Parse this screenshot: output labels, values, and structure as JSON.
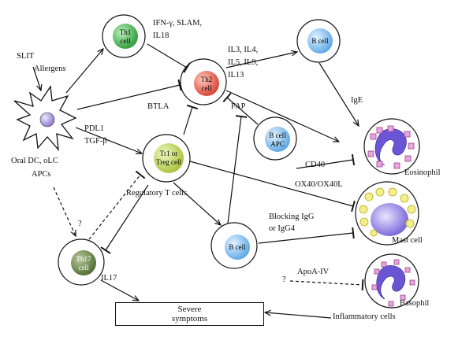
{
  "cells": {
    "th1": "Th1 cell",
    "th2": "Th2 cell",
    "treg": "Tr1 or Treg cell",
    "th17": "Th17 cell",
    "bcell_top": "B cell",
    "bcell_apc": "B cell APC",
    "bcell_mid": "B cell"
  },
  "labels": {
    "slit": "SLIT",
    "allergens": "Allergens",
    "oral_dc": "Oral DC, oLC",
    "apcs": "APCs",
    "ifn": "IFN-γ, SLAM,",
    "il18": "IL18",
    "il3_4": "IL3, IL4,",
    "il5_9": "IL5, IL9,",
    "il13": "IL13",
    "btla": "BTLA",
    "fap": "FAP",
    "pdl1": "PDL1",
    "tgfb": "TGF-β",
    "regulatory": "Regulatory T cells",
    "cd40": "CD40",
    "ox40": "OX40/OX40L",
    "blocking1": "Blocking IgG",
    "blocking2": "or IgG4",
    "ige": "IgE",
    "question1": "?",
    "question2": "?",
    "apoa": "ApoA-IV",
    "il17": "IL17",
    "inflammatory": "Inflammatory cells",
    "eosinophil": "Eosinophil",
    "mast": "Mast cell",
    "basophil": "Basophil",
    "severe1": "Severe",
    "severe2": "symptoms"
  },
  "colors": {
    "th1": "#2f9a3a",
    "th2": "#d9412f",
    "treg": "#a6c23a",
    "th17": "#4f6b34",
    "bcell": "#5aa6e6",
    "dc": "#8b74c9",
    "granule_eos": "#d77bc8",
    "granule_mast": "#e8e060",
    "nucleus": "#5a4bc8"
  }
}
